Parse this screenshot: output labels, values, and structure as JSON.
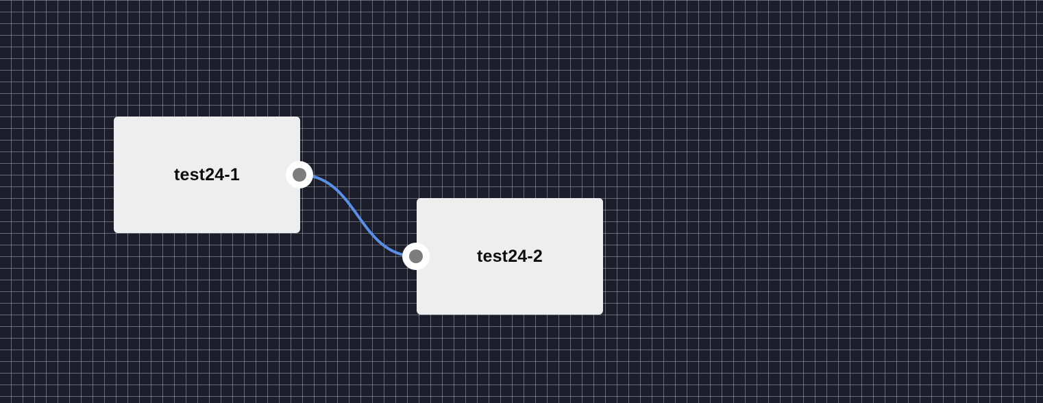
{
  "canvas": {
    "background": "#1b1e2a",
    "grid": true
  },
  "nodes": [
    {
      "id": "node-1",
      "label": "test24-1"
    },
    {
      "id": "node-2",
      "label": "test24-2"
    }
  ],
  "connections": [
    {
      "from": "test24-1",
      "to": "test24-2",
      "color": "#5b8fe6"
    }
  ],
  "sockets": {
    "fill": "#ffffff",
    "dot": "#7d7d7d"
  }
}
